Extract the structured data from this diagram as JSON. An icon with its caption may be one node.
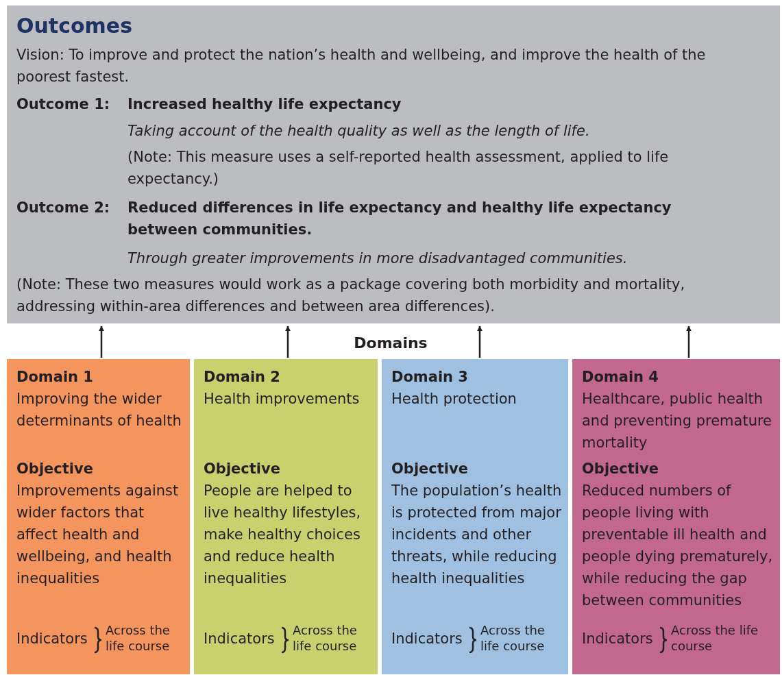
{
  "diagram": {
    "nodes": [
      {
        "text": [
          "Outcomes",
          "Vision: To improve and protect the nation’s health and wellbeing, and improve the health of the poorest fastest.",
          "Outcome 1:",
          "Increased healthy life expectancy",
          "Taking account of the health quality as well as the length of life.",
          "(Note: This measure uses a self-reported health assessment, applied to life expectancy.)",
          "Outcome 2:",
          "Reduced differences in life expectancy and healthy life expectancy between communities.",
          "Through greater improvements in more disadvantaged communities.",
          "(Note: These two measures would work as a package covering both morbidity and mortality, addressing within-area differences and between area differences)."
        ]
      },
      {
        "text": [
          "Domain 1",
          "Improving the wider determinants of health",
          "Objective",
          "Improvements against wider factors that affect health and wellbeing, and health inequalities",
          "Indicators",
          "Across the life course"
        ]
      },
      {
        "text": [
          "Domain 2",
          "Health improvements",
          "Objective",
          "People are helped to live healthy lifestyles, make healthy choices and reduce health inequalities",
          "Indicators",
          "Across the life course"
        ]
      },
      {
        "text": [
          "Domain 3",
          "Health protection",
          "Objective",
          "The population’s health is protected from major incidents and other threats, while reducing health inequalities",
          "Indicators",
          "Across the life course"
        ]
      },
      {
        "text": [
          "Domain 4",
          "Healthcare, public health and preventing premature mortality",
          "Objective",
          "Reduced numbers of people living with preventable ill health and people dying prematurely, while reducing the gap between communities",
          "Indicators",
          "Across the life course"
        ]
      }
    ],
    "edges": [
      {
        "from": 1,
        "to": 0,
        "arrow": "to"
      },
      {
        "from": 2,
        "to": 0,
        "arrow": "to"
      },
      {
        "from": 3,
        "to": 0,
        "arrow": "to"
      },
      {
        "from": 4,
        "to": 0,
        "arrow": "to"
      }
    ],
    "labels": [
      "Domains"
    ]
  }
}
